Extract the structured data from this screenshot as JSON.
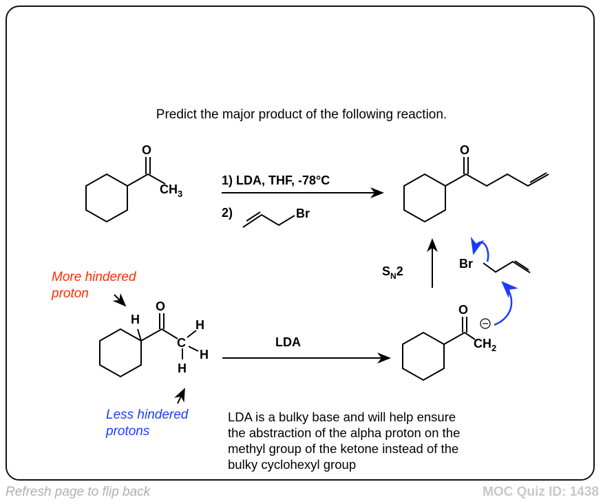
{
  "question": "Predict the major product of the following reaction.",
  "reaction": {
    "step1": "1)  LDA, THF, -78°C",
    "step2": "2)",
    "reagent_br": "Br",
    "start_o": "O",
    "start_ch3": "CH",
    "start_ch3_sub": "3",
    "product_o": "O"
  },
  "mechanism": {
    "more_hindered": [
      "More hindered",
      "proton"
    ],
    "less_hindered": [
      "Less hindered",
      "protons"
    ],
    "lda": "LDA",
    "sn2": "S",
    "sn2_sub": "N",
    "sn2_tail": "2",
    "h": "H",
    "c": "C",
    "o": "O",
    "ch2": "CH",
    "ch2_sub": "2",
    "br": "Br"
  },
  "explanation": [
    "LDA is a bulky base and will help ensure",
    "the abstraction of the alpha proton on the",
    "methyl group of the ketone instead of the",
    "bulky cyclohexyl group"
  ],
  "footer": {
    "flip": "Refresh page to flip back",
    "quiz_id": "MOC Quiz ID: 1438"
  },
  "colors": {
    "red": "#ff2a00",
    "blue": "#1a3cff"
  }
}
